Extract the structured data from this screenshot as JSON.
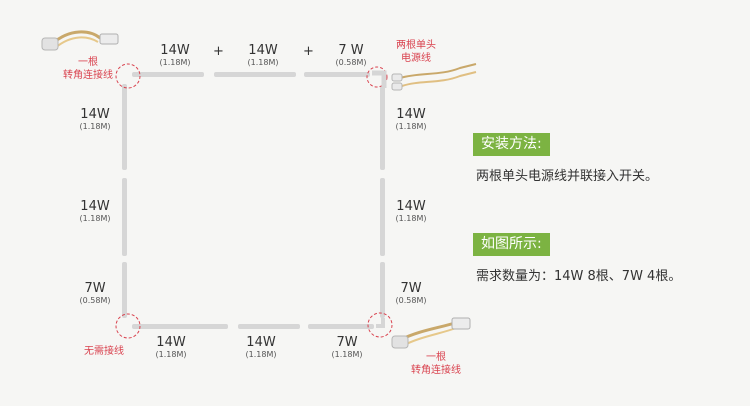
{
  "top_segments": [
    {
      "watt": "14W",
      "length": "(1.18M)"
    },
    {
      "watt": "14W",
      "length": "(1.18M)"
    },
    {
      "watt": "7 W",
      "length": "(0.58M)"
    }
  ],
  "plus_sign": "+",
  "bottom_segments": [
    {
      "watt": "14W",
      "length": "(1.18M)"
    },
    {
      "watt": "14W",
      "length": "(1.18M)"
    },
    {
      "watt": "7W",
      "length": "(1.18M)"
    }
  ],
  "left_segments": [
    {
      "watt": "14W",
      "length": "(1.18M)"
    },
    {
      "watt": "14W",
      "length": "(1.18M)"
    },
    {
      "watt": "7W",
      "length": "(0.58M)"
    }
  ],
  "right_segments": [
    {
      "watt": "14W",
      "length": "(1.18M)"
    },
    {
      "watt": "14W",
      "length": "(1.18M)"
    },
    {
      "watt": "7W",
      "length": "(0.58M)"
    }
  ],
  "callouts": {
    "top_left": [
      "一根",
      "转角连接线"
    ],
    "top_right": [
      "两根单头",
      "电源线"
    ],
    "bottom_left": "无需接线",
    "bottom_right": [
      "一根",
      "转角连接线"
    ]
  },
  "instructions": {
    "install_title": "安装方法:",
    "install_text": "两根单头电源线并联接入开关。",
    "shown_title": "如图所示:",
    "shown_text": "需求数量为：14W 8根、7W 4根。"
  },
  "colors": {
    "accent_green": "#7cb342",
    "callout_red": "#d9434f",
    "light_bar": "#d6d6d6"
  }
}
